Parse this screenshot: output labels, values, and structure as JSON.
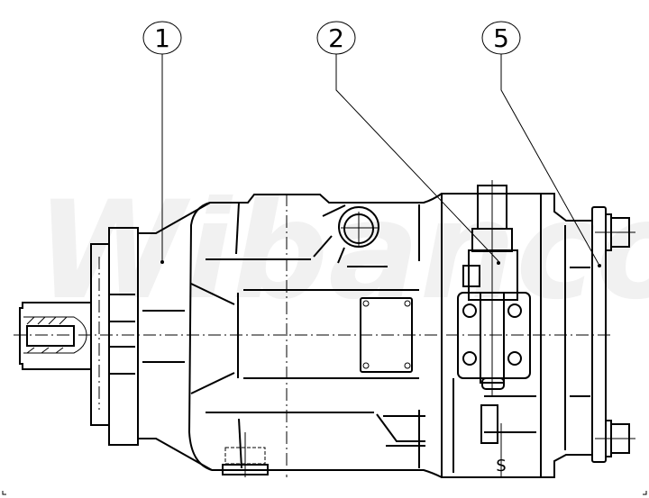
{
  "drawing": {
    "watermark": "Wibanco",
    "callouts": [
      {
        "number": "1"
      },
      {
        "number": "2"
      },
      {
        "number": "5"
      }
    ],
    "port_label": "S"
  }
}
